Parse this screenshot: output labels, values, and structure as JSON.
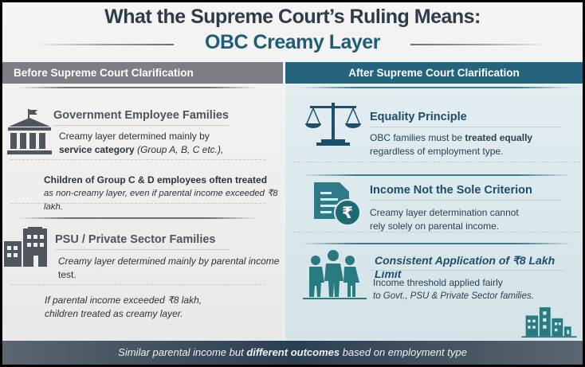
{
  "title": "What the Supreme Court’s Ruling Means:",
  "subtitle": "OBC Creamy Layer",
  "colors": {
    "before": "#7b7e82",
    "after": "#26647e",
    "heading_dark": "#2f3b48",
    "teal": "#1f5d78"
  },
  "before": {
    "header": "Before Supreme Court Clarification",
    "gov": {
      "icon": "government-building-icon",
      "heading": "Government Employee Families",
      "line1": "Creamy layer determined mainly by",
      "line2_bold": "service category",
      "line2_italic": " (Group A, B, C etc.),",
      "note_line1": "Children of Group C & D employees often treated",
      "note_line2": "as non-creamy layer, even if parental income exceeded ₹8 lakh."
    },
    "psu": {
      "icon": "office-building-icon",
      "heading": "PSU / Private Sector Families",
      "line1": "Creamy layer determined mainly by parental income",
      "line2": "test.",
      "note_line1": "If parental income exceeded ₹8 lakh,",
      "note_line2": "children treated as creamy layer."
    }
  },
  "after": {
    "header": "After Supreme Court Clarification",
    "equality": {
      "icon": "scales-of-justice-icon",
      "heading": "Equality Principle",
      "line1_a": "OBC families must be ",
      "line1_bold": "treated equally",
      "line2": "regardless of employment type."
    },
    "income": {
      "icon": "document-rupee-icon",
      "heading": "Income Not the Sole Criterion",
      "line1": "Creamy layer determination cannot",
      "line2": "rely solely on parental income."
    },
    "consistent": {
      "icon": "family-icon",
      "icon2": "city-buildings-icon",
      "heading": "Consistent Application of ₹8 Lakh Limit",
      "line1": "Income threshold applied fairly",
      "line2": "to Govt., PSU & Private Sector families."
    }
  },
  "footer": {
    "a": "Similar parental income but ",
    "bold": "different outcomes",
    "b": " based on employment type"
  }
}
